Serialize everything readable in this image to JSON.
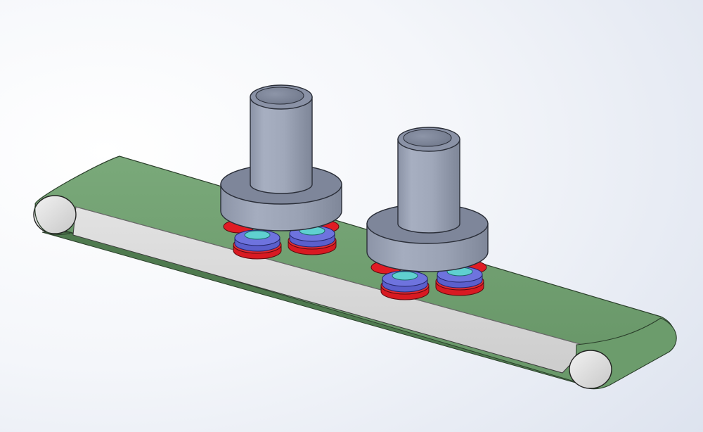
{
  "scene": {
    "kind": "3d-cad-render",
    "objects": [
      {
        "name": "conveyor-belt",
        "color": "#6f9e6f"
      },
      {
        "name": "frame-side-panel",
        "color": "#d8d8d8"
      },
      {
        "name": "end-roller-left",
        "color": "#dedede"
      },
      {
        "name": "end-roller-right",
        "color": "#dedede"
      },
      {
        "name": "holder-assembly-1",
        "body_color": "#9ea6b8"
      },
      {
        "name": "holder-assembly-2",
        "body_color": "#9ea6b8"
      }
    ],
    "puck_colors": {
      "red": "#e01c24",
      "blue": "#6a6fdc",
      "cyan": "#5fd0d0"
    },
    "background_gradient": [
      "#ffffff",
      "#dfe4ef"
    ]
  }
}
